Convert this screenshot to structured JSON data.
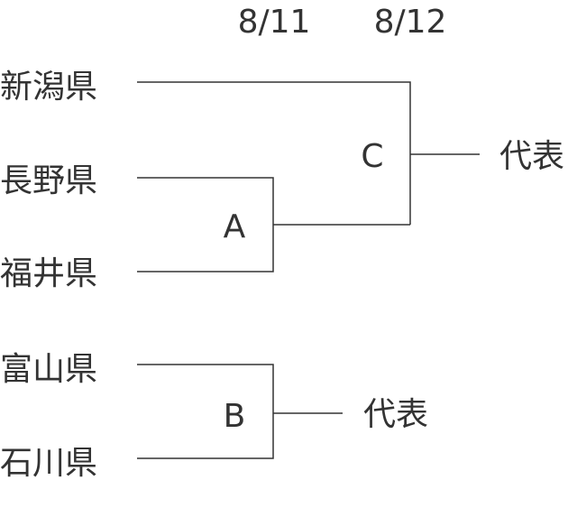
{
  "dates": [
    "8/11",
    "8/12"
  ],
  "teams": [
    "新潟県",
    "長野県",
    "福井県",
    "富山県",
    "石川県"
  ],
  "matches": {
    "a": "A",
    "b": "B",
    "c": "C"
  },
  "winners": {
    "top": "代表",
    "bottom": "代表"
  }
}
